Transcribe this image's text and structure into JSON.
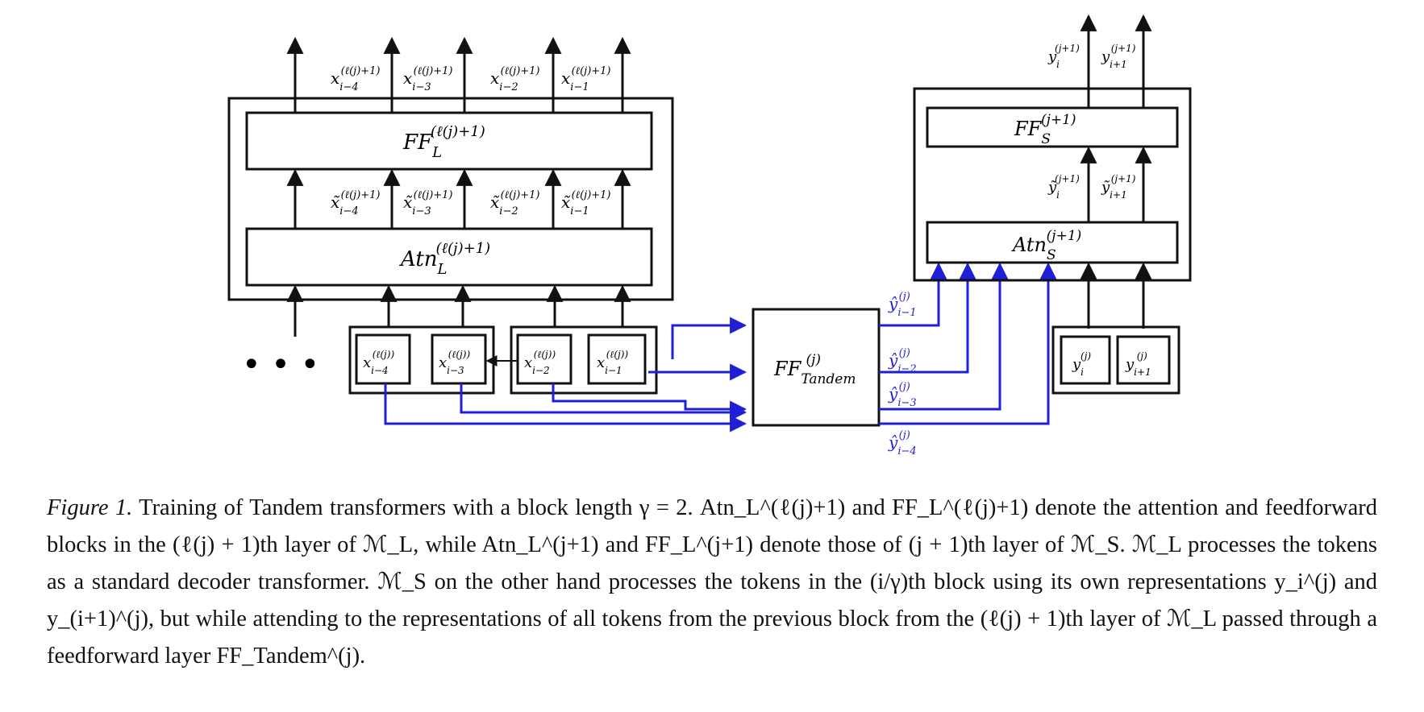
{
  "colors": {
    "stroke": "#111111",
    "blue": "#1f1fd6"
  },
  "large_model": {
    "ff_block": {
      "name": "FF",
      "sub": "L",
      "sup": "(ℓ(j)+1)"
    },
    "attn_block": {
      "name": "Atn",
      "sub": "L",
      "sup": "(ℓ(j)+1)"
    },
    "outputs": [
      {
        "base": "x",
        "sub": "i−4",
        "sup": "(ℓ(j)+1)"
      },
      {
        "base": "x",
        "sub": "i−3",
        "sup": "(ℓ(j)+1)"
      },
      {
        "base": "x",
        "sub": "i−2",
        "sup": "(ℓ(j)+1)"
      },
      {
        "base": "x",
        "sub": "i−1",
        "sup": "(ℓ(j)+1)"
      }
    ],
    "intermediates": [
      {
        "base": "x̃",
        "sub": "i−4",
        "sup": "(ℓ(j)+1)"
      },
      {
        "base": "x̃",
        "sub": "i−3",
        "sup": "(ℓ(j)+1)"
      },
      {
        "base": "x̃",
        "sub": "i−2",
        "sup": "(ℓ(j)+1)"
      },
      {
        "base": "x̃",
        "sub": "i−1",
        "sup": "(ℓ(j)+1)"
      }
    ],
    "inputs": [
      {
        "base": "x",
        "sub": "i−4",
        "sup": "(ℓ(j))"
      },
      {
        "base": "x",
        "sub": "i−3",
        "sup": "(ℓ(j))"
      },
      {
        "base": "x",
        "sub": "i−2",
        "sup": "(ℓ(j))"
      },
      {
        "base": "x",
        "sub": "i−1",
        "sup": "(ℓ(j))"
      }
    ],
    "ellipsis": "• • •"
  },
  "tandem_ff": {
    "name": "FF",
    "sub": "Tandem",
    "sup": "(j)"
  },
  "projected": [
    {
      "base": "ŷ",
      "sub": "i−1",
      "sup": "(j)"
    },
    {
      "base": "ŷ",
      "sub": "i−2",
      "sup": "(j)"
    },
    {
      "base": "ŷ",
      "sub": "i−3",
      "sup": "(j)"
    },
    {
      "base": "ŷ",
      "sub": "i−4",
      "sup": "(j)"
    }
  ],
  "small_model": {
    "ff_block": {
      "name": "FF",
      "sub": "S",
      "sup": "(j+1)"
    },
    "attn_block": {
      "name": "Atn",
      "sub": "S",
      "sup": "(j+1)"
    },
    "outputs": [
      {
        "base": "y",
        "sub": "i",
        "sup": "(j+1)"
      },
      {
        "base": "y",
        "sub": "i+1",
        "sup": "(j+1)"
      }
    ],
    "intermediates": [
      {
        "base": "ỹ",
        "sub": "i",
        "sup": "(j+1)"
      },
      {
        "base": "ỹ",
        "sub": "i+1",
        "sup": "(j+1)"
      }
    ],
    "inputs": [
      {
        "base": "y",
        "sub": "i",
        "sup": "(j)"
      },
      {
        "base": "y",
        "sub": "i+1",
        "sup": "(j)"
      }
    ]
  },
  "caption": {
    "label": "Figure 1.",
    "text": "Training of Tandem transformers with a block length γ = 2. Atn_L^(ℓ(j)+1) and FF_L^(ℓ(j)+1) denote the attention and feedforward blocks in the (ℓ(j) + 1)th layer of ℳ_L, while Atn_L^(j+1) and FF_L^(j+1) denote those of (j + 1)th layer of ℳ_S. ℳ_L processes the tokens as a standard decoder transformer. ℳ_S on the other hand processes the tokens in the (i/γ)th block using its own representations y_i^(j) and y_(i+1)^(j), but while attending to the representations of all tokens from the previous block from the (ℓ(j) + 1)th layer of ℳ_L passed through a feedforward layer FF_Tandem^(j)."
  }
}
